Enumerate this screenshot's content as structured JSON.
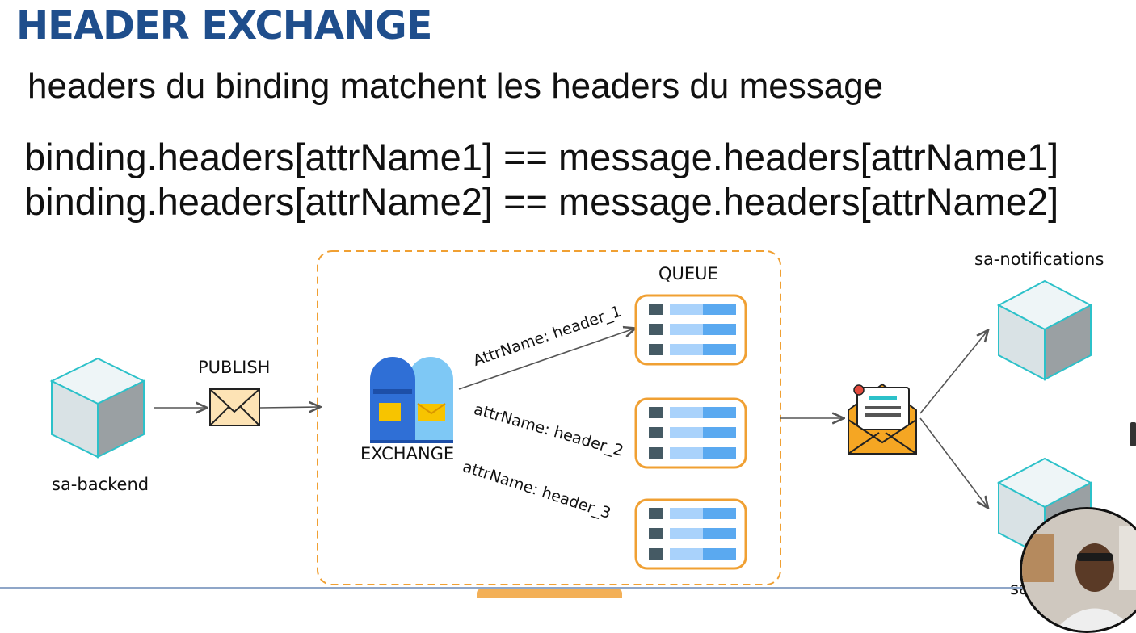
{
  "slide": {
    "title": "HEADER EXCHANGE",
    "subtitle": "headers du binding matchent les headers du message",
    "rules": [
      "binding.headers[attrName1] == message.headers[attrName1]",
      "binding.headers[attrName2] == message.headers[attrName2]"
    ]
  },
  "diagram": {
    "producer": "sa-backend",
    "publish_label": "PUBLISH",
    "exchange_label": "EXCHANGE",
    "queue_label": "QUEUE",
    "bindings": [
      "AttrName: header_1",
      "attrName: header_2",
      "attrName: header_3"
    ],
    "consumers": [
      "sa-notifications",
      "sa"
    ],
    "colors": {
      "accent_orange": "#f0a033",
      "queue_bar": "#5aa9f0",
      "queue_bar_light": "#a9d2fb",
      "queue_square": "#455a64",
      "cube_top": "#eef5f7",
      "cube_left": "#d9e2e5",
      "cube_right": "#9aa0a3",
      "cube_edge": "#2cc1c9",
      "title": "#1f4e8c"
    }
  }
}
